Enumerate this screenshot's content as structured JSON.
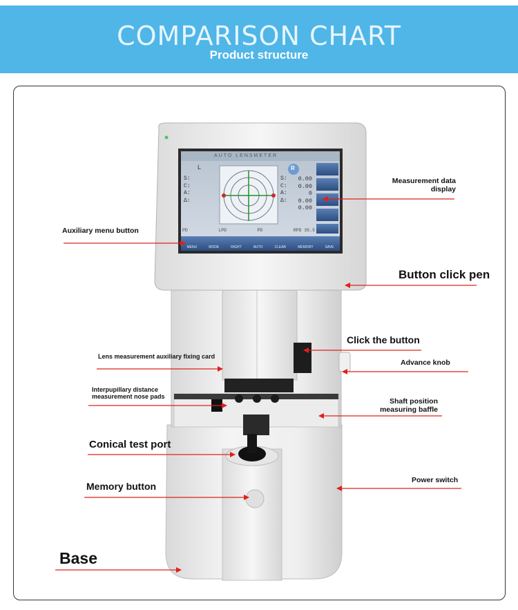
{
  "header": {
    "title": "COMPARISON CHART",
    "subtitle": "Product structure",
    "background_color": "#4fb6e7"
  },
  "screen": {
    "brand_text": "AUTO LENSMETER",
    "eye_label": "L",
    "left_params": [
      "S:",
      "C:",
      "A:",
      "Δ:"
    ],
    "right_params": [
      "S:",
      "C:",
      "A:",
      "Δ:"
    ],
    "values": [
      "0.00",
      "0.00",
      "0",
      "0.00",
      "0.00"
    ],
    "mode_badge": "R",
    "status_items": [
      "PD",
      "LPD",
      "PD",
      "RPD 35.5"
    ],
    "buttons": [
      "MENU",
      "MODE",
      "RIGHT",
      "AUTO",
      "CLEAR",
      "MEMORY",
      "SAVE"
    ]
  },
  "labels": {
    "measurement_data_display": "Measurement data display",
    "auxiliary_menu_button": "Auxiliary menu button",
    "button_click_pen": "Button click pen",
    "click_the_button": "Click the button",
    "lens_fixing_card": "Lens measurement auxiliary fixing card",
    "advance_knob": "Advance knob",
    "nose_pads": "Interpupillary distance measurement nose pads",
    "shaft_baffle": "Shaft position measuring baffle",
    "conical_test_port": "Conical test port",
    "power_switch": "Power switch",
    "memory_button": "Memory button",
    "base": "Base"
  },
  "colors": {
    "arrow": "#e0201c",
    "label_text": "#111111",
    "device_body": "#ececec",
    "screen_bg": "#c8d2dd"
  }
}
